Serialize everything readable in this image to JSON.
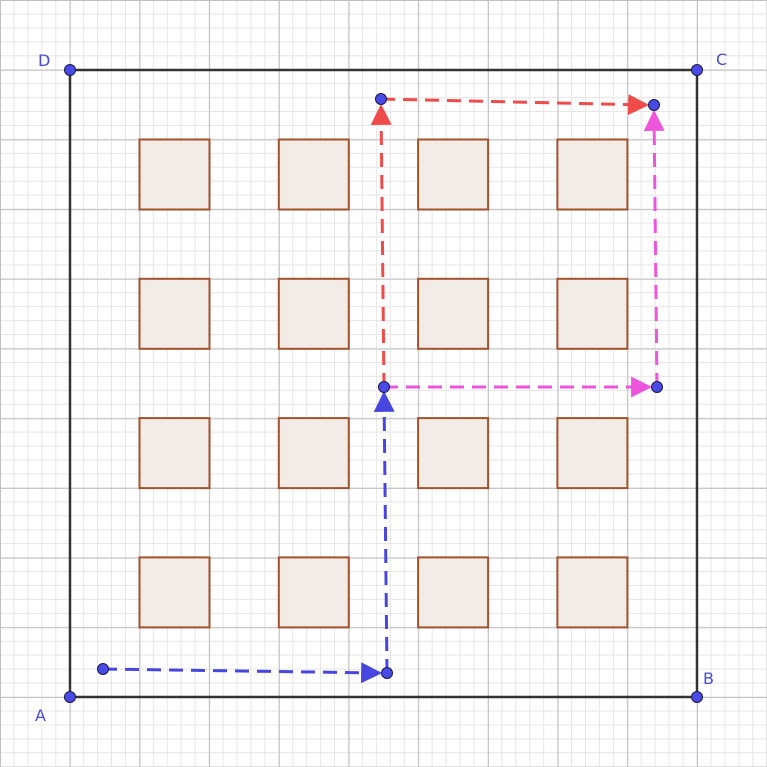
{
  "colors": {
    "background": "#ffffff",
    "grid_minor": "#e6e6e6",
    "grid_major": "#c0c0c0",
    "frame": "#333333",
    "tile_fill": "#f3ebe5",
    "tile_stroke": "#a0522d",
    "vertex_fill": "#4a4ae6",
    "vertex_stroke": "#1a1a4a",
    "label": "#4b4bd6",
    "blue_path": "#4747e0",
    "red_path": "#ef4b4b",
    "pink_path": "#ee55dd"
  },
  "diagram": {
    "vertices": [
      {
        "name": "A",
        "label": "A"
      },
      {
        "name": "B",
        "label": "B"
      },
      {
        "name": "C",
        "label": "C"
      },
      {
        "name": "D",
        "label": "D"
      }
    ],
    "tile_grid": {
      "rows": 4,
      "cols": 4
    },
    "paths": [
      {
        "name": "blue-path",
        "color_key": "blue_path",
        "segments": 2
      },
      {
        "name": "red-path",
        "color_key": "red_path",
        "segments": 2
      },
      {
        "name": "pink-path",
        "color_key": "pink_path",
        "segments": 2
      }
    ]
  }
}
